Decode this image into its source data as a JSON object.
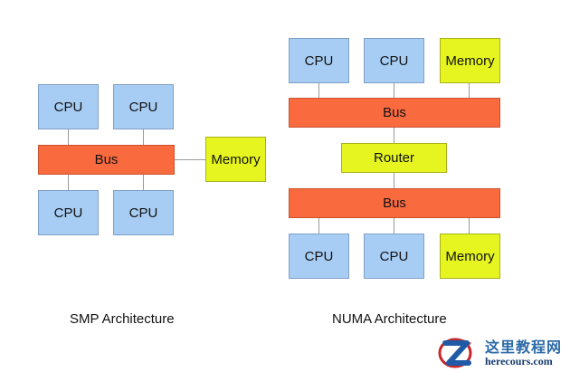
{
  "smp": {
    "cpu_label": "CPU",
    "bus_label": "Bus",
    "memory_label": "Memory",
    "caption": "SMP Architecture"
  },
  "numa": {
    "cpu_label": "CPU",
    "bus_label": "Bus",
    "memory_label": "Memory",
    "router_label": "Router",
    "caption": "NUMA Architecture"
  },
  "watermark": {
    "text_cn": "这里教程网",
    "text_en": "herecours.com"
  },
  "colors": {
    "cpu": "#a8cdf4",
    "bus": "#f96a3f",
    "memory": "#e6f51f",
    "router": "#e6f51f"
  }
}
